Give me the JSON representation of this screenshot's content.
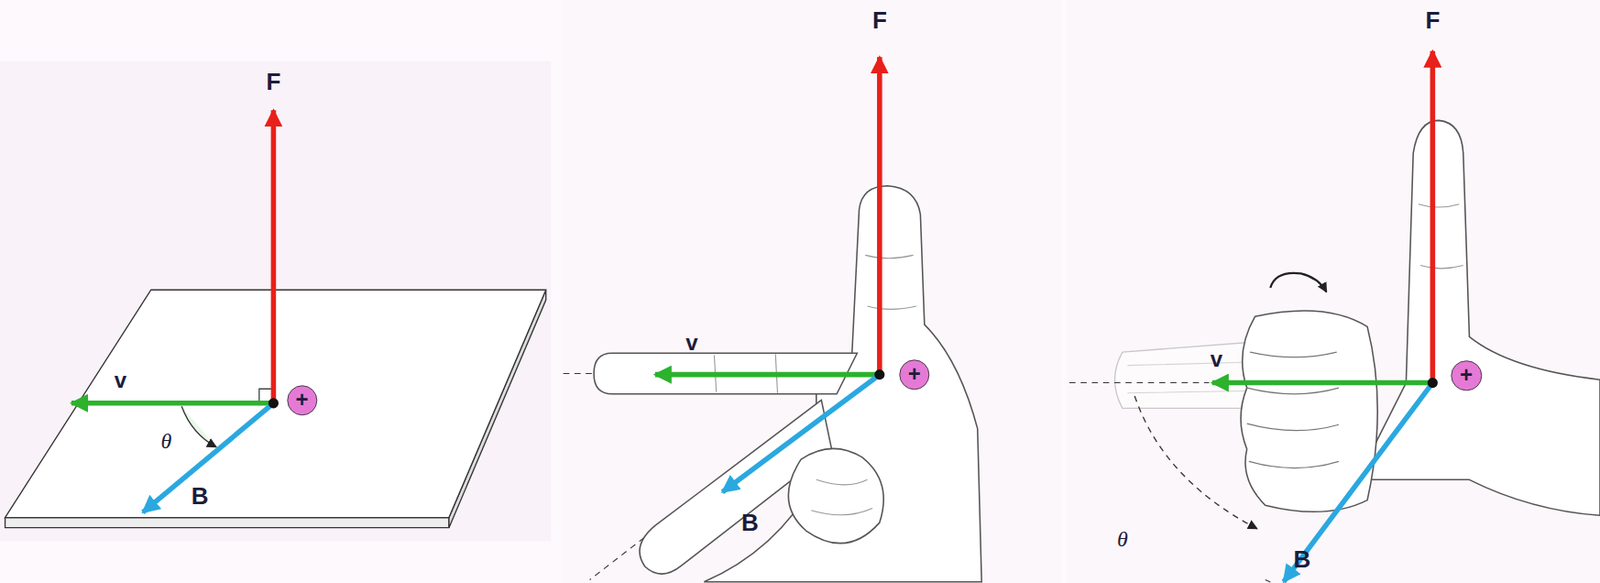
{
  "diagram": {
    "nodes": [
      {
        "text": [
          "+"
        ]
      },
      {
        "text": [
          "+"
        ]
      },
      {
        "text": [
          "+"
        ]
      }
    ],
    "labels": [
      "F",
      "v",
      "θ",
      "B",
      "F",
      "v",
      "B",
      "F",
      "v",
      "θ",
      "B"
    ]
  }
}
